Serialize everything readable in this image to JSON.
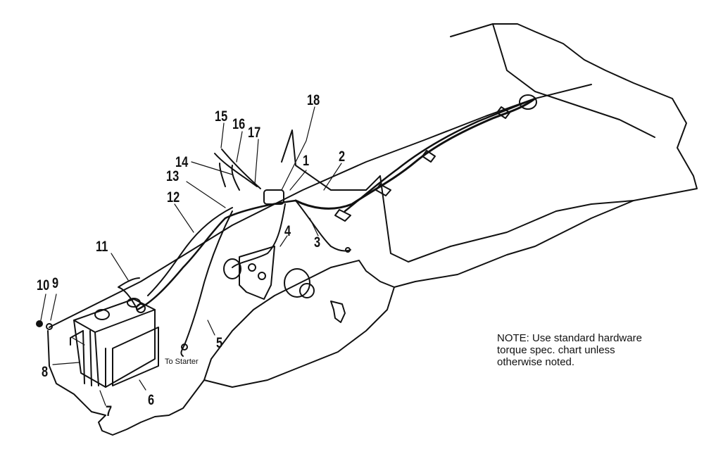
{
  "callouts": [
    "1",
    "2",
    "3",
    "4",
    "5",
    "6",
    "7",
    "8",
    "9",
    "10",
    "11",
    "12",
    "13",
    "14",
    "15",
    "16",
    "17",
    "18"
  ],
  "to_starter": "To Starter",
  "note": {
    "line1": "NOTE: Use standard hardware",
    "line2": "torque spec. chart unless",
    "line3": "otherwise noted."
  }
}
